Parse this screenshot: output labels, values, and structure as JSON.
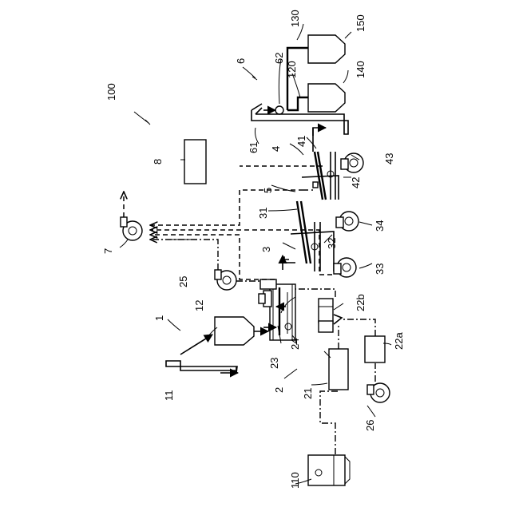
{
  "diagram": {
    "labels": {
      "l100": "100",
      "l1": "1",
      "l2": "2",
      "l3": "3",
      "l4": "4",
      "l5": "5",
      "l6": "6",
      "l7": "7",
      "l8": "8",
      "l11": "11",
      "l12": "12",
      "l21": "21",
      "l22a": "22a",
      "l22b": "22b",
      "l23": "23",
      "l24": "24",
      "l25": "25",
      "l26": "26",
      "l31": "31",
      "l32": "32",
      "l33": "33",
      "l34": "34",
      "l41": "41",
      "l42": "42",
      "l43": "43",
      "l61": "61",
      "l62": "62",
      "l110": "110",
      "l120": "120",
      "l130": "130",
      "l140": "140",
      "l150": "150"
    }
  }
}
